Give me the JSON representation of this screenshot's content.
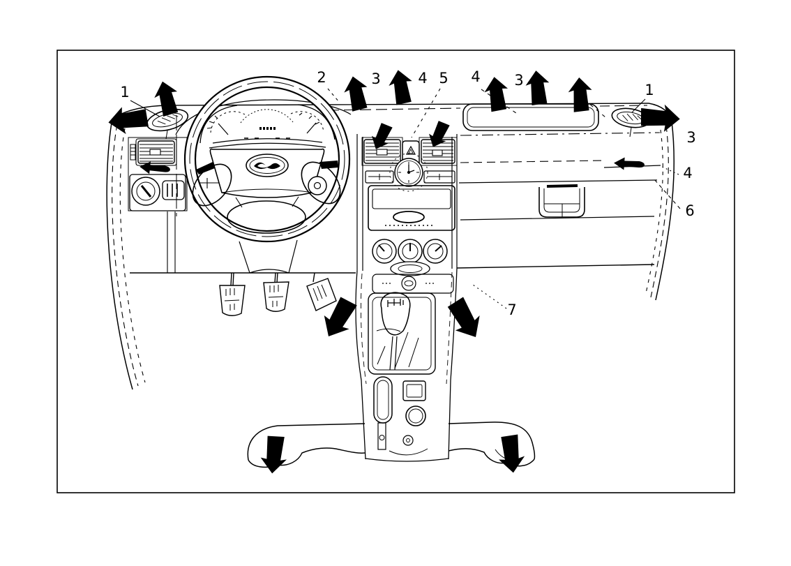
{
  "diagram": {
    "subject": "Dashboard heating and ventilation line diagram, front view",
    "ink_color": "#000000",
    "paper_color": "#ffffff",
    "callouts": [
      {
        "name": "callout-1-left",
        "text": "1"
      },
      {
        "name": "callout-2-top",
        "text": "2"
      },
      {
        "name": "callout-3-top-left",
        "text": "3"
      },
      {
        "name": "callout-4-top-left",
        "text": "4"
      },
      {
        "name": "callout-5-top",
        "text": "5"
      },
      {
        "name": "callout-4-top-right",
        "text": "4"
      },
      {
        "name": "callout-3-top-right",
        "text": "3"
      },
      {
        "name": "callout-1-right",
        "text": "1"
      },
      {
        "name": "callout-3-right",
        "text": "3"
      },
      {
        "name": "callout-4-right",
        "text": "4"
      },
      {
        "name": "callout-6-right",
        "text": "6"
      },
      {
        "name": "callout-7-center",
        "text": "7"
      }
    ],
    "airflow_arrows": [
      {
        "location": "left dash top",
        "direction": "up"
      },
      {
        "location": "left dash end",
        "direction": "left"
      },
      {
        "location": "windscreen slot 1",
        "direction": "up"
      },
      {
        "location": "windscreen slot 2",
        "direction": "up"
      },
      {
        "location": "windscreen slot 3",
        "direction": "up"
      },
      {
        "location": "windscreen slot 4",
        "direction": "up"
      },
      {
        "location": "windscreen slot 5",
        "direction": "up"
      },
      {
        "location": "right dash end",
        "direction": "right"
      },
      {
        "location": "left center vent",
        "direction": "down-left"
      },
      {
        "location": "right center vent",
        "direction": "down-left"
      },
      {
        "location": "left side vent",
        "direction": "left"
      },
      {
        "location": "right side vent",
        "direction": "left"
      },
      {
        "location": "driver footwell",
        "direction": "down-left"
      },
      {
        "location": "passenger footwell",
        "direction": "down-right"
      },
      {
        "location": "floor duct left",
        "direction": "down"
      },
      {
        "location": "floor duct right",
        "direction": "down"
      }
    ]
  }
}
